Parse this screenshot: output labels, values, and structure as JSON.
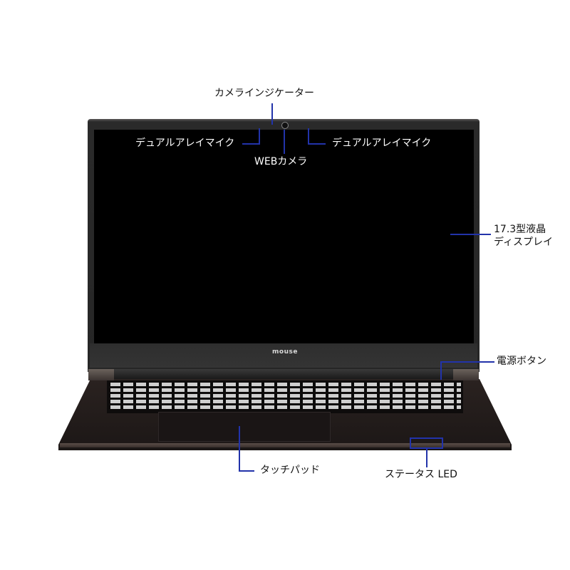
{
  "product": {
    "brand_logo": "mouse",
    "type": "17.3-inch laptop, front view"
  },
  "callouts": {
    "camera_indicator": "カメラインジケーター",
    "mic_left": "デュアルアレイマイク",
    "mic_right": "デュアルアレイマイク",
    "webcam": "WEBカメラ",
    "display_line1": "17.3型液晶",
    "display_line2": "ディスプレイ",
    "power_button": "電源ボタン",
    "touchpad": "タッチパッド",
    "status_led": "ステータス LED"
  },
  "colors": {
    "leader_line": "#2233aa",
    "chassis": "#1c1716",
    "screen": "#000000",
    "background": "#ffffff"
  }
}
